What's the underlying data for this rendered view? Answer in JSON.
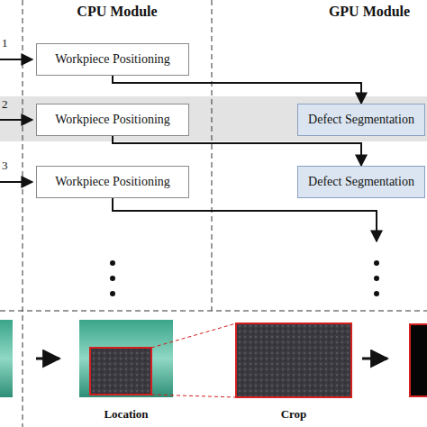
{
  "diagram": {
    "nodes": [
      {
        "text": [
          "Workpiece Positioning"
        ]
      },
      {
        "text": [
          "Workpiece Positioning"
        ]
      },
      {
        "text": [
          "Defect Segmentation"
        ]
      },
      {
        "text": [
          "Workpiece Positioning"
        ]
      },
      {
        "text": [
          "Defect Segmentation"
        ]
      }
    ],
    "edges": [
      {
        "from": 0,
        "to": 2,
        "arrow": "to"
      },
      {
        "from": 1,
        "to": 4,
        "arrow": "to"
      }
    ],
    "labels": [
      "CPU Module",
      "GPU Module",
      "1",
      "2",
      "3",
      "Location",
      "Crop"
    ]
  }
}
